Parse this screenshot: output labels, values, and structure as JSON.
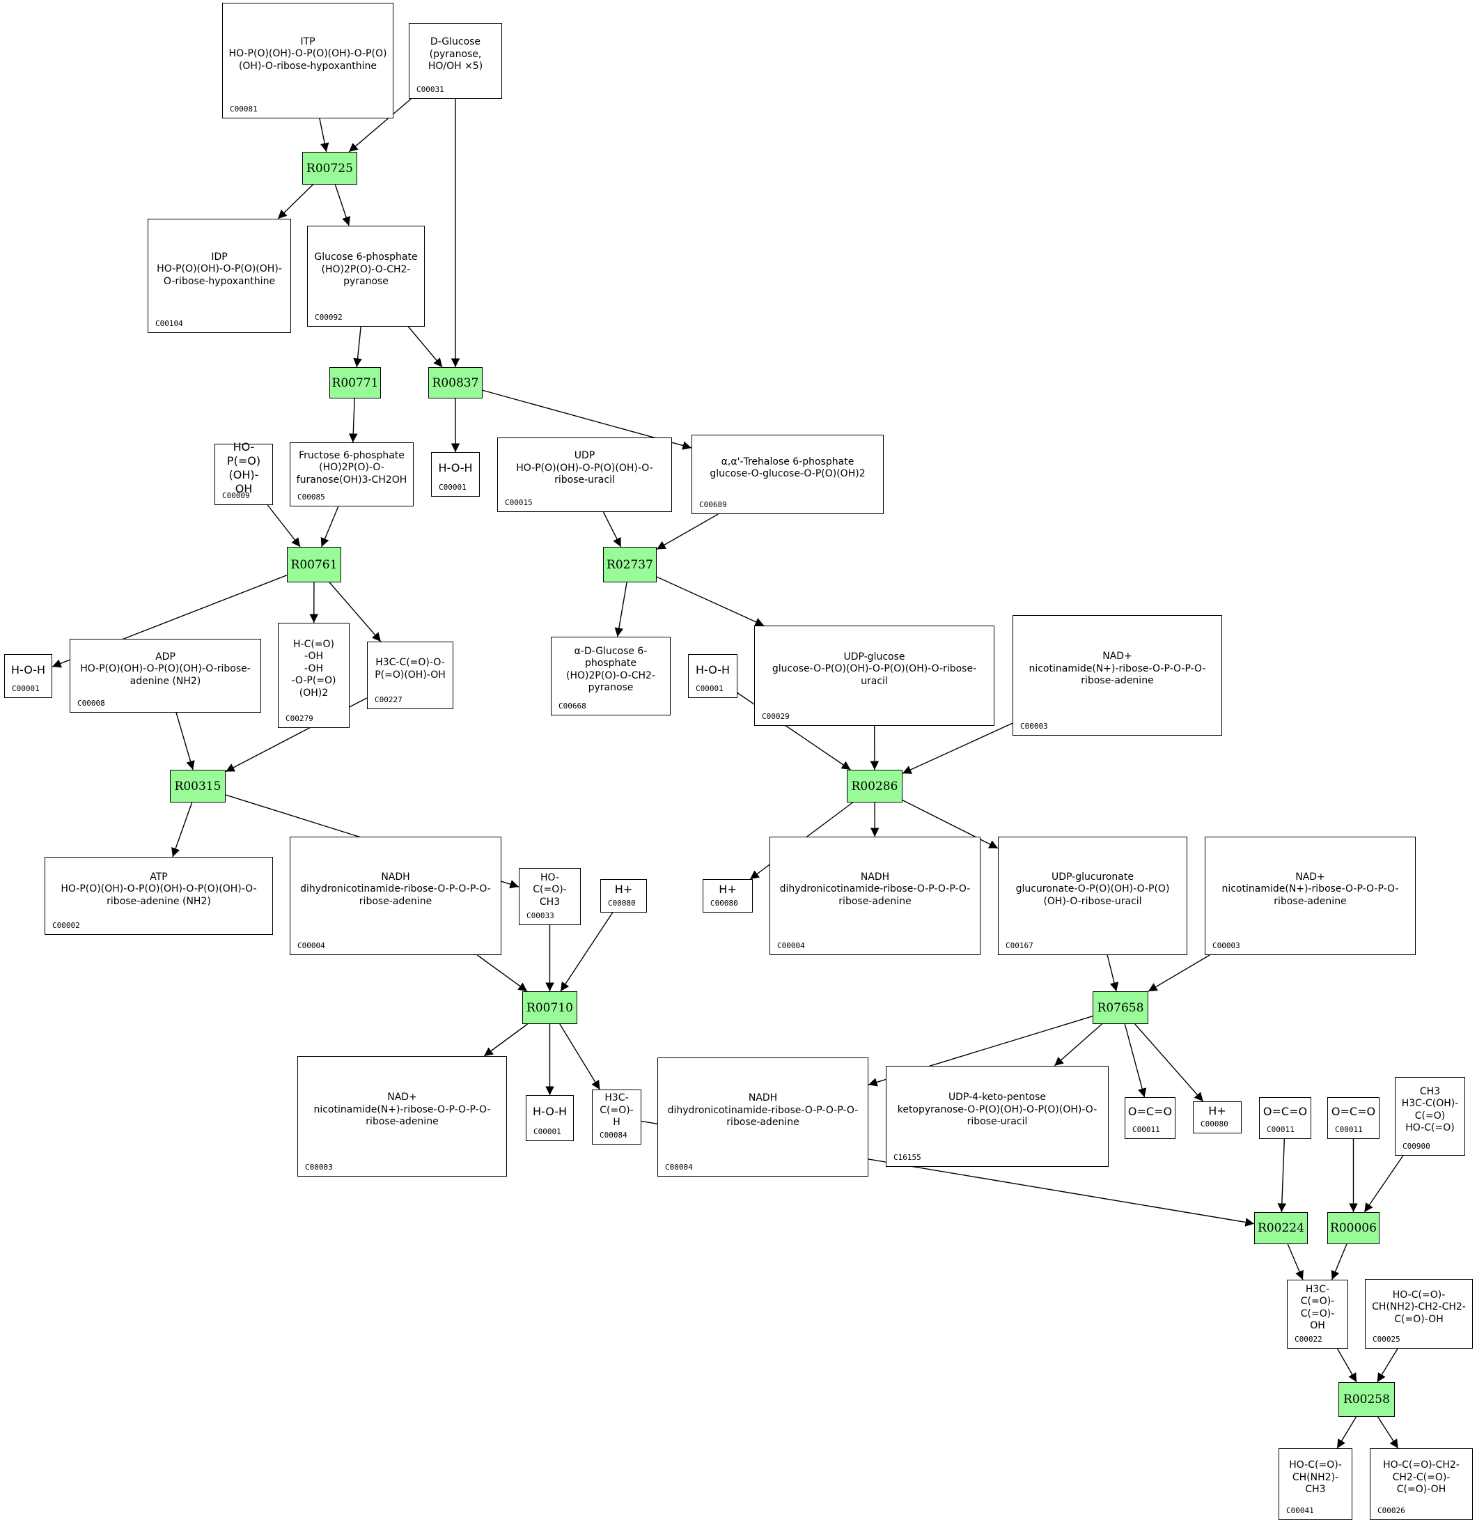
{
  "diagram": {
    "type": "metabolic reaction network",
    "colors": {
      "reaction_fill": "#98fb98",
      "compound_fill": "#ffffff",
      "stroke": "#000000"
    },
    "reactions": [
      {
        "key": "R00725",
        "label": "R00725"
      },
      {
        "key": "R00771",
        "label": "R00771"
      },
      {
        "key": "R00837",
        "label": "R00837"
      },
      {
        "key": "R00761",
        "label": "R00761"
      },
      {
        "key": "R02737",
        "label": "R02737"
      },
      {
        "key": "R00315",
        "label": "R00315"
      },
      {
        "key": "R00286",
        "label": "R00286"
      },
      {
        "key": "R00710",
        "label": "R00710"
      },
      {
        "key": "R07658",
        "label": "R07658"
      },
      {
        "key": "R00224",
        "label": "R00224"
      },
      {
        "key": "R00006",
        "label": "R00006"
      },
      {
        "key": "R00258",
        "label": "R00258"
      }
    ],
    "compounds": [
      {
        "key": "c00081",
        "id": "C00081",
        "structure": "ITP\nHO-P(O)(OH)-O-P(O)(OH)-O-P(O)(OH)-O-ribose-hypoxanthine"
      },
      {
        "key": "c00031",
        "id": "C00031",
        "structure": "D-Glucose\n(pyranose, HO/OH ×5)"
      },
      {
        "key": "c00104",
        "id": "C00104",
        "structure": "IDP\nHO-P(O)(OH)-O-P(O)(OH)-O-ribose-hypoxanthine"
      },
      {
        "key": "c00092",
        "id": "C00092",
        "structure": "Glucose 6-phosphate\n(HO)2P(O)-O-CH2-pyranose"
      },
      {
        "key": "c00009",
        "id": "C00009",
        "structure": "HO-P(=O)(OH)-OH"
      },
      {
        "key": "c00085",
        "id": "C00085",
        "structure": "Fructose 6-phosphate\n(HO)2P(O)-O-furanose(OH)3-CH2OH"
      },
      {
        "key": "c00001a",
        "id": "C00001",
        "structure": "H-O-H"
      },
      {
        "key": "c00015",
        "id": "C00015",
        "structure": "UDP\nHO-P(O)(OH)-O-P(O)(OH)-O-ribose-uracil"
      },
      {
        "key": "c00689",
        "id": "C00689",
        "structure": "α,α'-Trehalose 6-phosphate\nglucose-O-glucose-O-P(O)(OH)2"
      },
      {
        "key": "c00001b",
        "id": "C00001",
        "structure": "H-O-H"
      },
      {
        "key": "c00008",
        "id": "C00008",
        "structure": "ADP\nHO-P(O)(OH)-O-P(O)(OH)-O-ribose-adenine (NH2)"
      },
      {
        "key": "c00279",
        "id": "C00279",
        "structure": "H-C(=O)\n-OH\n-OH\n-O-P(=O)(OH)2"
      },
      {
        "key": "c00227",
        "id": "C00227",
        "structure": "H3C-C(=O)-O-P(=O)(OH)-OH"
      },
      {
        "key": "c00668",
        "id": "C00668",
        "structure": "α-D-Glucose 6-phosphate\n(HO)2P(O)-O-CH2-pyranose"
      },
      {
        "key": "c00001c",
        "id": "C00001",
        "structure": "H-O-H"
      },
      {
        "key": "c00029",
        "id": "C00029",
        "structure": "UDP-glucose\nglucose-O-P(O)(OH)-O-P(O)(OH)-O-ribose-uracil"
      },
      {
        "key": "c00003a",
        "id": "C00003",
        "structure": "NAD+\nnicotinamide(N+)-ribose-O-P-O-P-O-ribose-adenine"
      },
      {
        "key": "c00002",
        "id": "C00002",
        "structure": "ATP\nHO-P(O)(OH)-O-P(O)(OH)-O-P(O)(OH)-O-ribose-adenine (NH2)"
      },
      {
        "key": "c00004a",
        "id": "C00004",
        "structure": "NADH\ndihydronicotinamide-ribose-O-P-O-P-O-ribose-adenine"
      },
      {
        "key": "c00033",
        "id": "C00033",
        "structure": "HO-C(=O)-CH3"
      },
      {
        "key": "c00080a",
        "id": "C00080",
        "structure": "H+"
      },
      {
        "key": "c00080b",
        "id": "C00080",
        "structure": "H+"
      },
      {
        "key": "c00004b",
        "id": "C00004",
        "structure": "NADH\ndihydronicotinamide-ribose-O-P-O-P-O-ribose-adenine"
      },
      {
        "key": "c00167",
        "id": "C00167",
        "structure": "UDP-glucuronate\nglucuronate-O-P(O)(OH)-O-P(O)(OH)-O-ribose-uracil"
      },
      {
        "key": "c00003b",
        "id": "C00003",
        "structure": "NAD+\nnicotinamide(N+)-ribose-O-P-O-P-O-ribose-adenine"
      },
      {
        "key": "c00003c",
        "id": "C00003",
        "structure": "NAD+\nnicotinamide(N+)-ribose-O-P-O-P-O-ribose-adenine"
      },
      {
        "key": "c00001d",
        "id": "C00001",
        "structure": "H-O-H"
      },
      {
        "key": "c00084",
        "id": "C00084",
        "structure": "H3C-C(=O)-H"
      },
      {
        "key": "c00004c",
        "id": "C00004",
        "structure": "NADH\ndihydronicotinamide-ribose-O-P-O-P-O-ribose-adenine"
      },
      {
        "key": "c16155",
        "id": "C16155",
        "structure": "UDP-4-keto-pentose\nketopyranose-O-P(O)(OH)-O-P(O)(OH)-O-ribose-uracil"
      },
      {
        "key": "c00011a",
        "id": "C00011",
        "structure": "O=C=O"
      },
      {
        "key": "c00080c",
        "id": "C00080",
        "structure": "H+"
      },
      {
        "key": "c00011b",
        "id": "C00011",
        "structure": "O=C=O"
      },
      {
        "key": "c00011c",
        "id": "C00011",
        "structure": "O=C=O"
      },
      {
        "key": "c00900",
        "id": "C00900",
        "structure": "CH3\nH3C-C(OH)-C(=O)\nHO-C(=O)"
      },
      {
        "key": "c00022",
        "id": "C00022",
        "structure": "H3C-C(=O)-C(=O)-OH"
      },
      {
        "key": "c00025",
        "id": "C00025",
        "structure": "HO-C(=O)-CH(NH2)-CH2-CH2-C(=O)-OH"
      },
      {
        "key": "c00041",
        "id": "C00041",
        "structure": "HO-C(=O)-CH(NH2)-CH3"
      },
      {
        "key": "c00026",
        "id": "C00026",
        "structure": "HO-C(=O)-CH2-CH2-C(=O)-C(=O)-OH"
      }
    ],
    "edges": [
      [
        "c00081",
        "R00725"
      ],
      [
        "c00031",
        "R00725"
      ],
      [
        "R00725",
        "c00104"
      ],
      [
        "R00725",
        "c00092"
      ],
      [
        "c00092",
        "R00771"
      ],
      [
        "c00092",
        "R00837"
      ],
      [
        "c00031",
        "R00837"
      ],
      [
        "R00771",
        "c00085"
      ],
      [
        "R00837",
        "c00001a"
      ],
      [
        "R00837",
        "c00689"
      ],
      [
        "c00009",
        "R00761"
      ],
      [
        "c00085",
        "R00761"
      ],
      [
        "R00761",
        "c00001b"
      ],
      [
        "R00761",
        "c00279"
      ],
      [
        "R00761",
        "c00227"
      ],
      [
        "c00015",
        "R02737"
      ],
      [
        "c00689",
        "R02737"
      ],
      [
        "R02737",
        "c00668"
      ],
      [
        "R02737",
        "c00029"
      ],
      [
        "c00008",
        "R00315"
      ],
      [
        "c00227",
        "R00315"
      ],
      [
        "R00315",
        "c00002"
      ],
      [
        "R00315",
        "c00033"
      ],
      [
        "c00001c",
        "R00286"
      ],
      [
        "c00029",
        "R00286"
      ],
      [
        "c00003a",
        "R00286"
      ],
      [
        "R00286",
        "c00080b"
      ],
      [
        "R00286",
        "c00004b"
      ],
      [
        "R00286",
        "c00167"
      ],
      [
        "c00004a",
        "R00710"
      ],
      [
        "c00033",
        "R00710"
      ],
      [
        "c00080a",
        "R00710"
      ],
      [
        "R00710",
        "c00003c"
      ],
      [
        "R00710",
        "c00001d"
      ],
      [
        "R00710",
        "c00084"
      ],
      [
        "c00167",
        "R07658"
      ],
      [
        "c00003b",
        "R07658"
      ],
      [
        "R07658",
        "c00004c"
      ],
      [
        "R07658",
        "c16155"
      ],
      [
        "R07658",
        "c00011a"
      ],
      [
        "R07658",
        "c00080c"
      ],
      [
        "c00084",
        "R00224"
      ],
      [
        "c00011b",
        "R00224"
      ],
      [
        "c00011c",
        "R00006"
      ],
      [
        "c00900",
        "R00006"
      ],
      [
        "R00224",
        "c00022"
      ],
      [
        "R00006",
        "c00022"
      ],
      [
        "c00022",
        "R00258"
      ],
      [
        "c00025",
        "R00258"
      ],
      [
        "R00258",
        "c00041"
      ],
      [
        "R00258",
        "c00026"
      ]
    ]
  }
}
